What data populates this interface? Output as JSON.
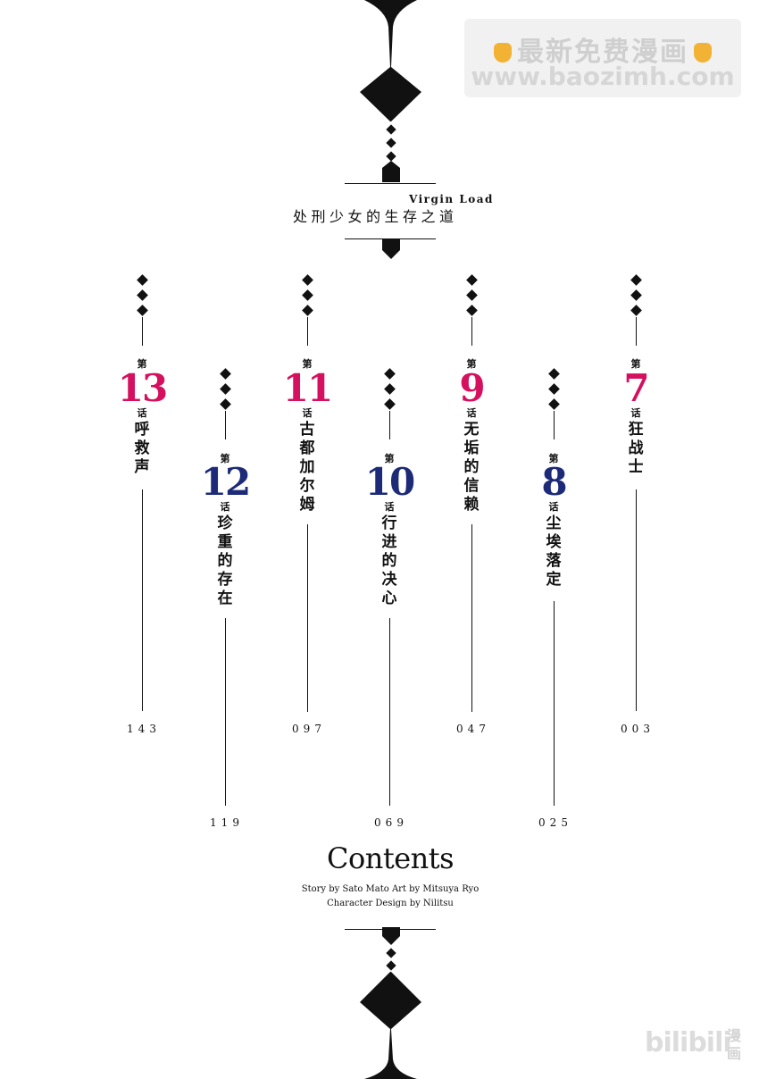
{
  "watermark": {
    "line1": "最新免费漫画",
    "line2": "www.baozimh.com"
  },
  "title": {
    "english": "Virgin Load",
    "chinese": "处刑少女的生存之道"
  },
  "chapters": [
    {
      "prefix": "第",
      "number": "13",
      "suffix": "话",
      "title": "呼救声",
      "page": "143",
      "color": "#d4105f"
    },
    {
      "prefix": "第",
      "number": "12",
      "suffix": "话",
      "title": "珍重的存在",
      "page": "119",
      "color": "#1c2a78"
    },
    {
      "prefix": "第",
      "number": "11",
      "suffix": "话",
      "title": "古都加尔姆",
      "page": "097",
      "color": "#d4105f"
    },
    {
      "prefix": "第",
      "number": "10",
      "suffix": "话",
      "title": "行进的决心",
      "page": "069",
      "color": "#1c2a78"
    },
    {
      "prefix": "第",
      "number": "9",
      "suffix": "话",
      "title": "无垢的信赖",
      "page": "047",
      "color": "#d4105f"
    },
    {
      "prefix": "第",
      "number": "8",
      "suffix": "话",
      "title": "尘埃落定",
      "page": "025",
      "color": "#1c2a78"
    },
    {
      "prefix": "第",
      "number": "7",
      "suffix": "话",
      "title": "狂战士",
      "page": "003",
      "color": "#d4105f"
    }
  ],
  "contents": {
    "heading": "Contents",
    "credit1": "Story by Sato Mato Art by Mitsuya Ryo",
    "credit2": "Character Design by Nilitsu"
  },
  "logo": {
    "text": "bilibili",
    "sub": "漫画"
  }
}
